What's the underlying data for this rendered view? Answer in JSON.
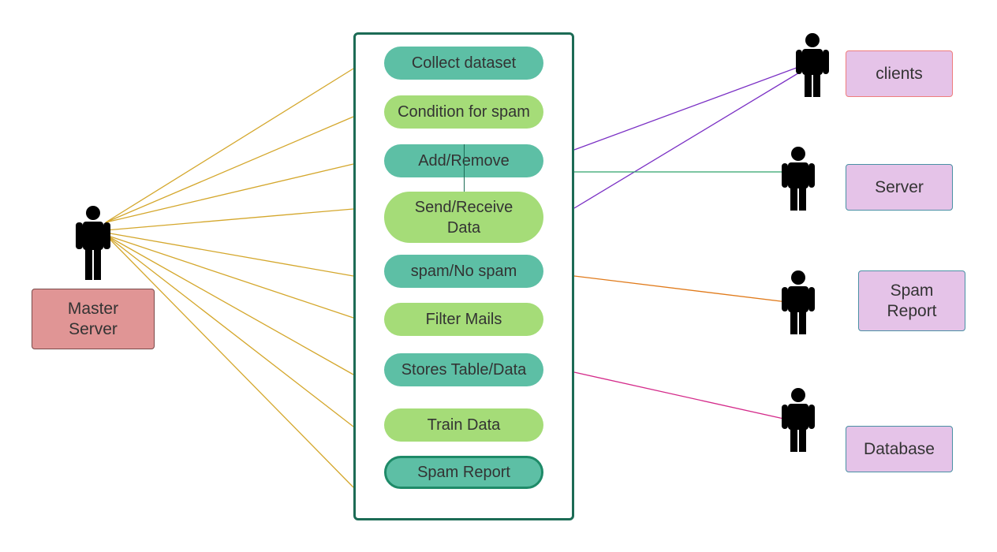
{
  "actors": {
    "master": {
      "label": "Master\nServer",
      "color": "#e09595",
      "border": "#7a4a4a"
    },
    "clients": {
      "label": "clients",
      "color": "#e5c3e8",
      "border": "#ee7d7d"
    },
    "server": {
      "label": "Server",
      "color": "#e5c3e8",
      "border": "#4a90a4"
    },
    "spam_report": {
      "label": "Spam\nReport",
      "color": "#e5c3e8",
      "border": "#4a90a4"
    },
    "database": {
      "label": "Database",
      "color": "#e5c3e8",
      "border": "#4a90a4"
    }
  },
  "use_cases": [
    {
      "label": "Collect dataset",
      "style": "teal"
    },
    {
      "label": "Condition for spam",
      "style": "green"
    },
    {
      "label": "Add/Remove",
      "style": "teal"
    },
    {
      "label": "Send/Receive\nData",
      "style": "green"
    },
    {
      "label": "spam/No spam",
      "style": "teal"
    },
    {
      "label": "Filter Mails",
      "style": "green"
    },
    {
      "label": "Stores Table/Data",
      "style": "teal"
    },
    {
      "label": "Train Data",
      "style": "green"
    },
    {
      "label": "Spam Report",
      "style": "teal-outlined"
    }
  ],
  "colors": {
    "master_links": "#d4a72c",
    "client_links": "#7a2fc4",
    "server_link": "#2ea36a",
    "spam_report_link": "#e07a1a",
    "database_link": "#d42a8a",
    "boundary": "#1c6b55",
    "teal_usecase": "#5dbfa5",
    "green_usecase": "#a5dc78"
  }
}
